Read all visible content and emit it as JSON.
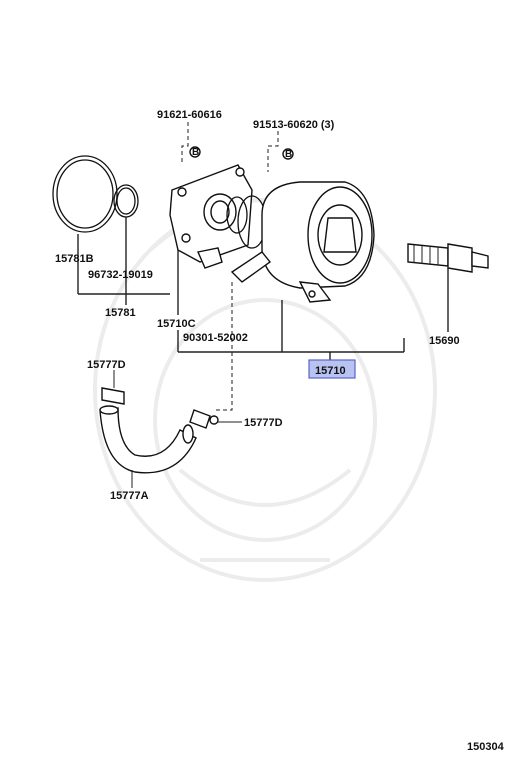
{
  "diagram": {
    "labels": {
      "bolt_upper_left": "91621-60616",
      "bolt_upper_right": "91513-60620 (3)",
      "oring_large": "15781B",
      "oring_small": "96732-19019",
      "oring_set": "15781",
      "gasket": "15710C",
      "seal": "90301-52002",
      "pump_assembly": "15710",
      "relief_valve": "15690",
      "clamp_left": "15777D",
      "clamp_right": "15777D",
      "hose": "15777A",
      "bolt_marker": "B"
    },
    "figure_number": "150304",
    "highlight_color": "#b9c3f2"
  }
}
